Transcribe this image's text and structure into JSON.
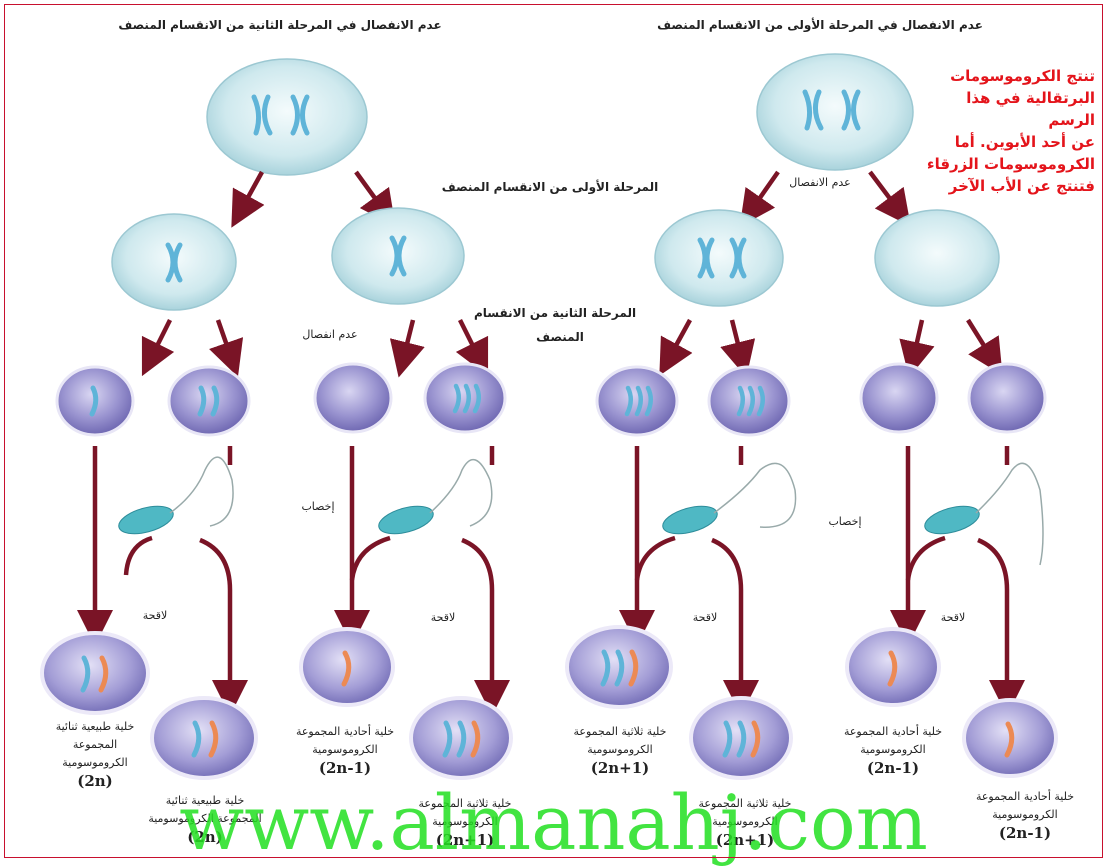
{
  "headers": {
    "left": "عدم الانفصال في المرحلة الثانية من الانقسام المنصف",
    "right": "عدم الانفصال في المرحلة الأولى من الانقسام المنصف"
  },
  "note": [
    "تنتج الكروموسومات",
    "البرتقالية في هذا الرسم",
    "عن أحد الأبوين. أما",
    "الكروموسومات الزرقاء",
    "فتنتج عن الأب الآخر"
  ],
  "stage_labels": {
    "meiosis1": "المرحلة الأولى من الانقسام المنصف",
    "meiosis2_line1": "المرحلة الثانية من الانقسام",
    "meiosis2_line2": "المنصف"
  },
  "event_labels": {
    "nondisjunction_right": "عدم الانفصال",
    "nondisjunction_left": "عدم انفصال",
    "fertilization_left": "إخصاب",
    "fertilization_right": "إخصاب",
    "zygote": "لاقحة"
  },
  "captions": {
    "c1_l1": "خلية طبيعية ثنائية",
    "c1_l2": "المجموعة",
    "c1_l3": "الكروموسومية",
    "c1_f": "(2n)",
    "c2_l1": "خلية طبيعية ثنائية",
    "c2_l2": "المجموعة الكروموسومية",
    "c2_f": "(2n)",
    "c3_l1": "خلية أحادية المجموعة",
    "c3_l2": "الكروموسومية",
    "c3_f": "(2n-1)",
    "c4_l1": "خلية ثلاثية المجموعة",
    "c4_l2": "الكروموسومية",
    "c4_f": "(2n+1)",
    "c5_l1": "خلية ثلاثية المجموعة",
    "c5_l2": "الكروموسومية",
    "c5_f": "(2n+1)",
    "c6_l1": "خلية ثلاثية المجموعة",
    "c6_l2": "الكروموسومية",
    "c6_f": "(2n+1)",
    "c7_l1": "خلية أحادية المجموعة",
    "c7_l2": "الكروموسومية",
    "c7_f": "(2n-1)",
    "c8_l1": "خلية أحادية المجموعة",
    "c8_l2": "الكروموسومية",
    "c8_f": "(2n-1)"
  },
  "watermark": "www.almanahj.com",
  "colors": {
    "arrow": "#7a1426",
    "cell_light": "#d6eef2",
    "gamete": "#8c86c6",
    "chrom_blue": "#5fb4d8",
    "chrom_orange": "#ec8a54",
    "note": "#e4141b",
    "watermark": "#22e020"
  }
}
